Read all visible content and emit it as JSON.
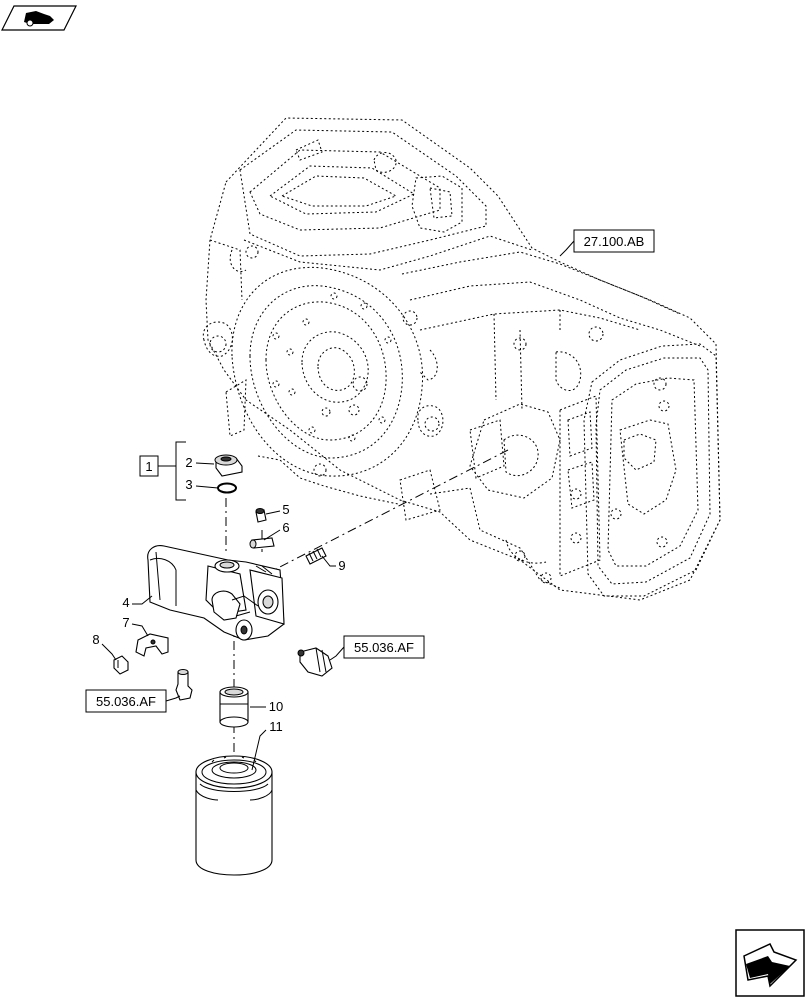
{
  "references": {
    "housing": "27.100.AB",
    "sensor_right": "55.036.AF",
    "sensor_left": "55.036.AF"
  },
  "kit_label": "1",
  "callouts": [
    "2",
    "3",
    "4",
    "5",
    "6",
    "7",
    "8",
    "9",
    "10",
    "11"
  ],
  "icons": {
    "top_left": "tractor-nav-icon",
    "bottom_right": "next-page-arrow-icon"
  }
}
